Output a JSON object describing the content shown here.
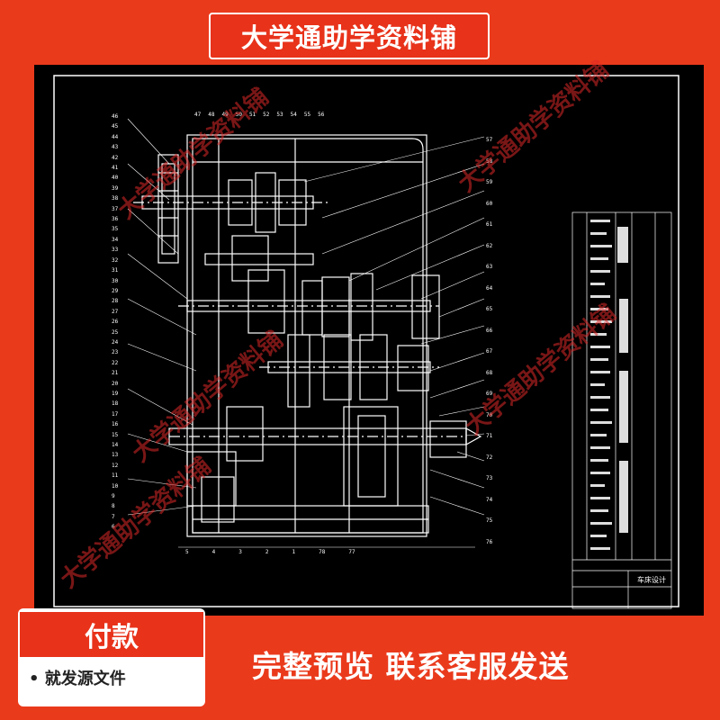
{
  "banner_top": "大学通助学资料铺",
  "watermarks": [
    {
      "id": "wm1",
      "text": "大学通助学资料铺"
    },
    {
      "id": "wm2",
      "text": "大学通助学资料铺"
    },
    {
      "id": "wm3",
      "text": "大学通助学资料铺"
    },
    {
      "id": "wm4",
      "text": "大学通助学资料铺"
    },
    {
      "id": "wm5",
      "text": "大学通助学资料铺"
    }
  ],
  "part_numbers_left": [
    "46",
    "45",
    "44",
    "43",
    "42",
    "41",
    "40",
    "39",
    "38",
    "37",
    "36",
    "35",
    "34",
    "33",
    "32",
    "31",
    "30",
    "29",
    "28",
    "27",
    "26",
    "25",
    "24",
    "23",
    "22",
    "21",
    "20",
    "19",
    "18",
    "17",
    "16",
    "15",
    "14",
    "13",
    "12",
    "11",
    "10",
    "9",
    "8",
    "7",
    "6"
  ],
  "part_numbers_top": [
    "47",
    "48",
    "49",
    "50",
    "51",
    "52",
    "53",
    "54",
    "55",
    "56"
  ],
  "part_numbers_right": [
    "57",
    "58",
    "59",
    "60",
    "61",
    "62",
    "63",
    "64",
    "65",
    "66",
    "67",
    "68",
    "69",
    "70",
    "71",
    "72",
    "73",
    "74",
    "75",
    "76"
  ],
  "part_numbers_bottom": [
    "5",
    "4",
    "3",
    "2",
    "1",
    "78",
    "77"
  ],
  "title_block": "车床设计",
  "pay_box": {
    "title": "付款",
    "subtitle": "• 就发源文件"
  },
  "bottom_text": "完整预览  联系客服发送"
}
